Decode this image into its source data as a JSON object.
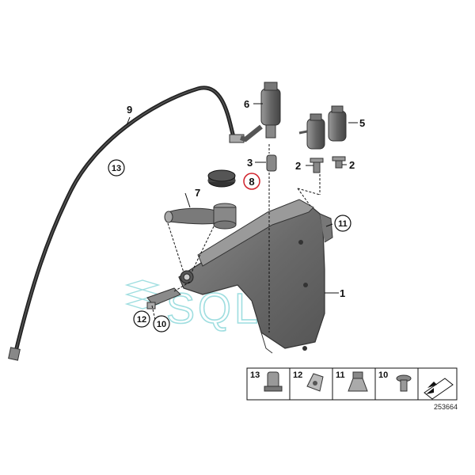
{
  "callouts": {
    "c1": "1",
    "c2a": "2",
    "c2b": "2",
    "c3": "3",
    "c5": "5",
    "c6": "6",
    "c7": "7",
    "c8": "8",
    "c9": "9",
    "c10": "10",
    "c11": "11",
    "c12": "12",
    "c13": "13"
  },
  "legend": {
    "items": [
      "13",
      "12",
      "11",
      "10"
    ]
  },
  "watermark": "SQL",
  "ref_number": "253664",
  "colors": {
    "highlight_circle": "#d0202a",
    "watermark": "#7fd3d6",
    "part_gray": "#6f6f6f",
    "hose_black": "#2a2a2a"
  }
}
